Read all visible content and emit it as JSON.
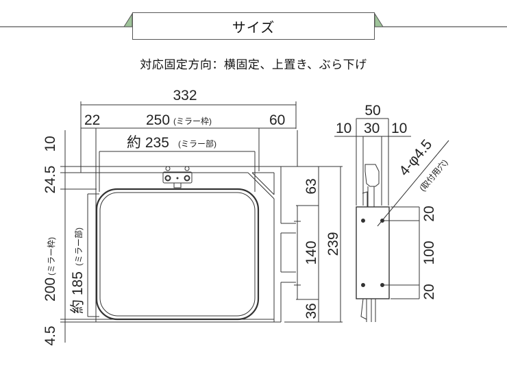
{
  "header": {
    "title": "サイズ",
    "accent_color": "#9fc49a",
    "line_color": "#555555"
  },
  "subtitle": "対応固定方向：横固定、上置き、ぶら下げ",
  "front_view": {
    "width_total": "332",
    "width_left": "22",
    "width_frame": "250",
    "width_frame_note": "(ミラー枠)",
    "width_right": "60",
    "width_mirror": "約 235",
    "width_mirror_note": "(ミラー部)",
    "height_top": "10",
    "height_bracket": "24.5",
    "height_frame": "200",
    "height_frame_note": "(ミラー枠)",
    "height_mirror": "約 185",
    "height_mirror_note": "(ミラー部)",
    "height_bottom": "4.5",
    "right_top": "63",
    "right_mid": "140",
    "right_bottom": "36",
    "right_total": "239"
  },
  "side_view": {
    "depth_total": "50",
    "depth_left": "10",
    "depth_mid": "30",
    "depth_right": "10",
    "hole_label": "4-φ4.5",
    "hole_note": "(取付用穴)",
    "hole_top": "20",
    "hole_spacing": "100",
    "hole_bottom": "20"
  }
}
